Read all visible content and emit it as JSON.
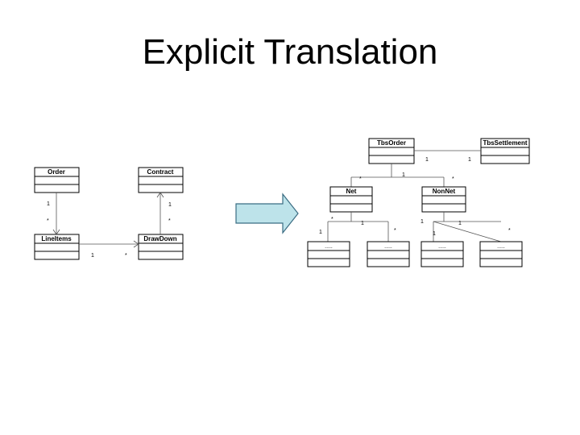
{
  "slide": {
    "title": "Explicit Translation"
  },
  "left_diagram": {
    "classes": {
      "order": "Order",
      "contract": "Contract",
      "lineitems": "LineItems",
      "drawdown": "DrawDown"
    },
    "multiplicities": {
      "order_top": "1",
      "order_bottom": "*",
      "contract_top": "1",
      "contract_bottom": "*",
      "link_left": "1",
      "link_right": "*"
    }
  },
  "arrow": {
    "fill": "#bde3ea",
    "stroke": "#3b6d83"
  },
  "right_diagram": {
    "classes": {
      "tbsorder": "TbsOrder",
      "tbssettlement": "TbsSettlement",
      "net": "Net",
      "nonnet": "NonNet",
      "sub1": ".....",
      "sub2": ".....",
      "sub3": ".....",
      "sub4": "....."
    },
    "multiplicities": {
      "order_settle_left": "1",
      "order_settle_right": "1",
      "net_star": "*",
      "tree_one": "1",
      "nonnet_star": "*",
      "net_m1": "*",
      "net_m2": "1",
      "net_m3": "1",
      "net_m4": "*",
      "nonnet_m1": "1",
      "nonnet_m2": "1",
      "nonnet_m3": "1",
      "nonnet_m4": "*"
    }
  }
}
